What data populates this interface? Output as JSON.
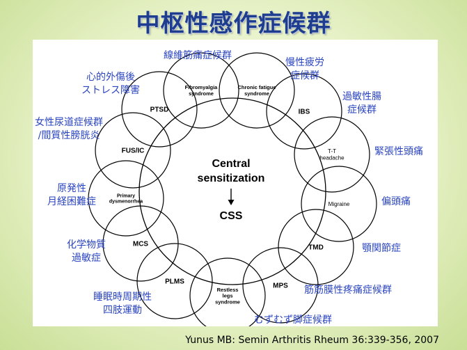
{
  "title": "中枢性感作症候群",
  "center": {
    "line1": "Central",
    "line2": "sensitization",
    "line3": "CSS"
  },
  "circles": [
    {
      "id": "fibro",
      "lines": [
        "Fibromyalgia",
        "syndrome"
      ]
    },
    {
      "id": "cfs",
      "lines": [
        "Chronic fatigue",
        "syndrome"
      ]
    },
    {
      "id": "ibs",
      "lines": [
        "IBS"
      ]
    },
    {
      "id": "tth",
      "lines": [
        "T-T",
        "headache"
      ]
    },
    {
      "id": "migraine",
      "lines": [
        "Migraine"
      ]
    },
    {
      "id": "tmd",
      "lines": [
        "TMD"
      ]
    },
    {
      "id": "mps",
      "lines": [
        "MPS"
      ]
    },
    {
      "id": "rls",
      "lines": [
        "Restless",
        "legs",
        "syndrome"
      ]
    },
    {
      "id": "plms",
      "lines": [
        "PLMS"
      ]
    },
    {
      "id": "mcs",
      "lines": [
        "MCS"
      ]
    },
    {
      "id": "pd",
      "lines": [
        "Primary",
        "dysmenorrhea"
      ]
    },
    {
      "id": "fusic",
      "lines": [
        "FUS/IC"
      ]
    },
    {
      "id": "ptsd",
      "lines": [
        "PTSD"
      ]
    }
  ],
  "labels": {
    "fibro": [
      "線維筋痛症候群"
    ],
    "cfs": [
      "慢性疲労",
      "症候群"
    ],
    "ibs": [
      "過敏性腸",
      "症候群"
    ],
    "tth": [
      "緊張性頭痛"
    ],
    "migraine": [
      "偏頭痛"
    ],
    "tmd": [
      "顎関節症"
    ],
    "mps": [
      "筋筋膜性疼痛症候群"
    ],
    "rls": [
      "むずむず脚症候群"
    ],
    "plms": [
      "睡眠時周期性",
      "四肢運動"
    ],
    "mcs": [
      "化学物質",
      "過敏症"
    ],
    "pd": [
      "原発性",
      "月経困難症"
    ],
    "fusic": [
      "女性尿道症候群",
      "/間質性膀胱炎"
    ],
    "ptsd": [
      "心的外傷後",
      "ストレス障害"
    ]
  },
  "citation": "Yunus MB: Semin Arthritis Rheum 36:339-356, 2007",
  "colors": {
    "title": "#1f3d8f",
    "jp_label": "#2a44c0",
    "stroke": "#000000"
  }
}
